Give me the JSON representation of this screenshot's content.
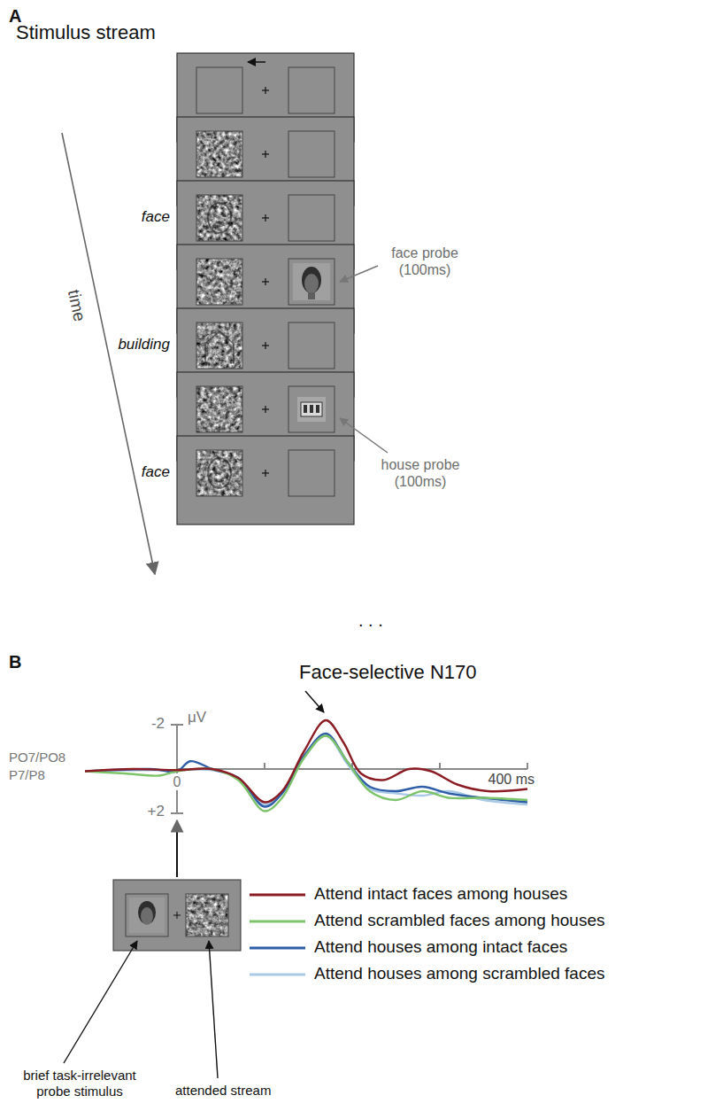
{
  "diagram": {
    "labels": [
      "A",
      "Stimulus stream",
      "face",
      "face probe (100ms)",
      "building",
      "house probe (100ms)",
      "face",
      "time",
      ". . .",
      "B",
      "Face-selective N170",
      "-2",
      "μV",
      "PO7/PO8",
      "P7/P8",
      "0",
      "400 ms",
      "+2",
      "brief task-irrelevant probe stimulus",
      "attended stream"
    ],
    "legend": [
      {
        "text": "Attend intact faces among houses"
      },
      {
        "text": "Attend scrambled faces among houses"
      },
      {
        "text": "Attend houses among intact faces"
      },
      {
        "text": "Attend houses among scrambled faces"
      }
    ]
  }
}
